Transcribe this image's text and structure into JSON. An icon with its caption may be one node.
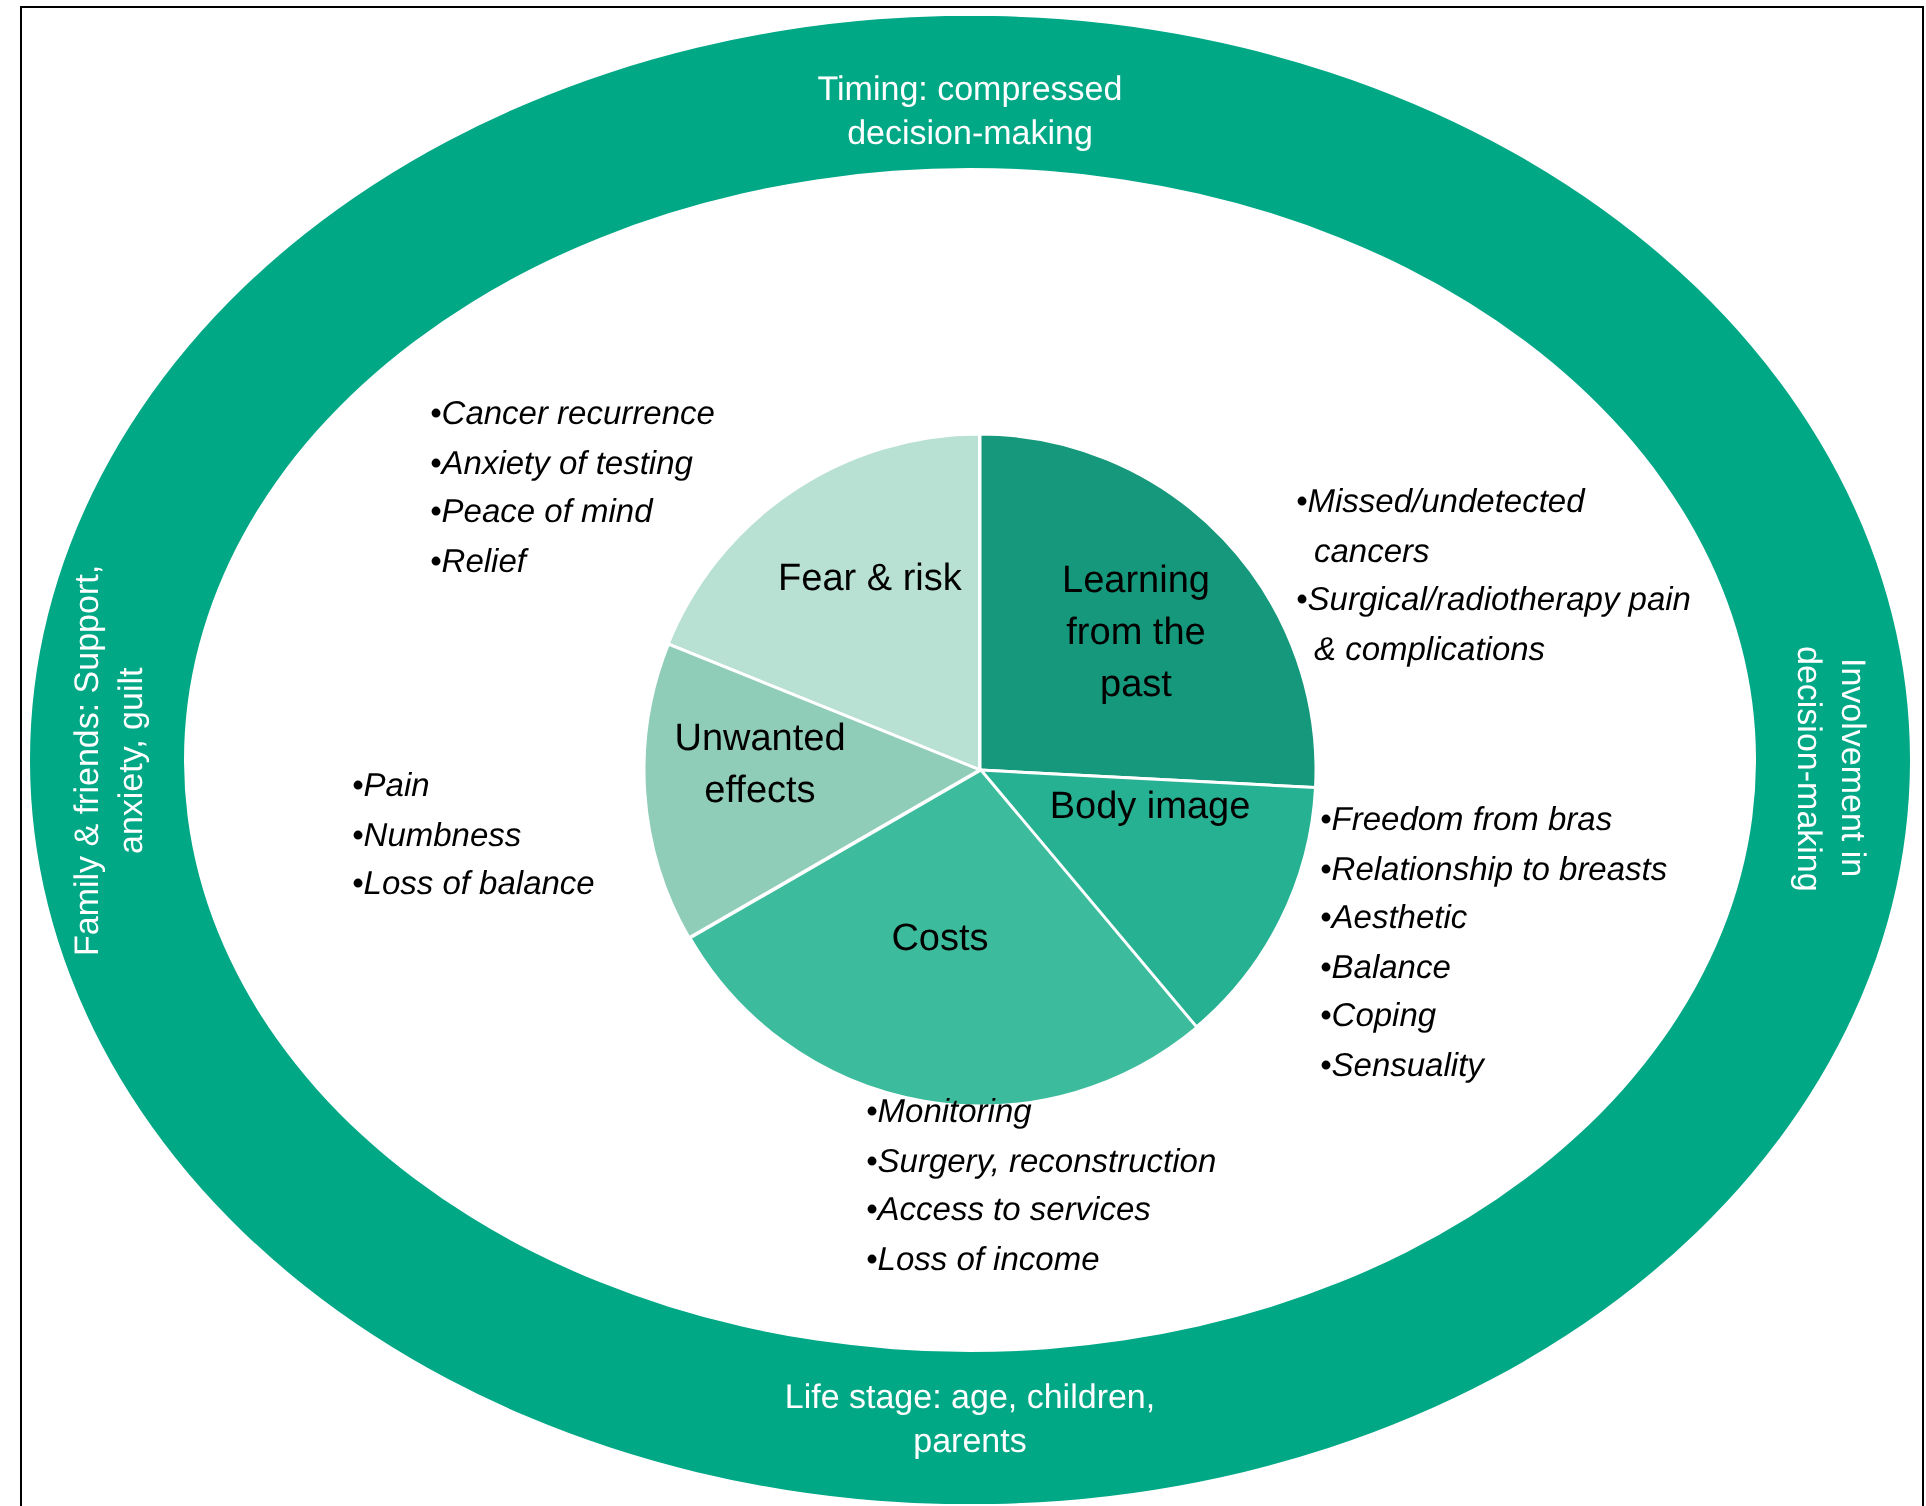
{
  "diagram": {
    "nodes": [
      {
        "text": [
          "Timing: compressed decision-making",
          "Family & friends: Support, anxiety, guilt",
          "Involvement in decision-making",
          "Life stage: age, children, parents"
        ]
      },
      {
        "text": [
          "Fear & risk"
        ],
        "in": 0,
        "beside": [
          "•Cancer recurrence",
          "•Anxiety of testing",
          "•Peace of mind",
          "•Relief"
        ]
      },
      {
        "text": [
          "Learning from the past"
        ],
        "in": 0,
        "beside": [
          "•Missed/undetected cancers",
          "•Surgical/radiotherapy pain & complications"
        ]
      },
      {
        "text": [
          "Unwanted effects"
        ],
        "in": 0,
        "beside": [
          "•Pain",
          "•Numbness",
          "•Loss of balance"
        ]
      },
      {
        "text": [
          "Body image"
        ],
        "in": 0,
        "beside": [
          "•Freedom from bras",
          "•Relationship to breasts",
          "•Aesthetic",
          "•Balance",
          "•Coping",
          "•Sensuality"
        ]
      },
      {
        "text": [
          "Costs"
        ],
        "in": 0,
        "beside": [
          "•Monitoring",
          "•Surgery, reconstruction",
          "•Access to services",
          "•Loss of income"
        ]
      }
    ],
    "edges": []
  }
}
